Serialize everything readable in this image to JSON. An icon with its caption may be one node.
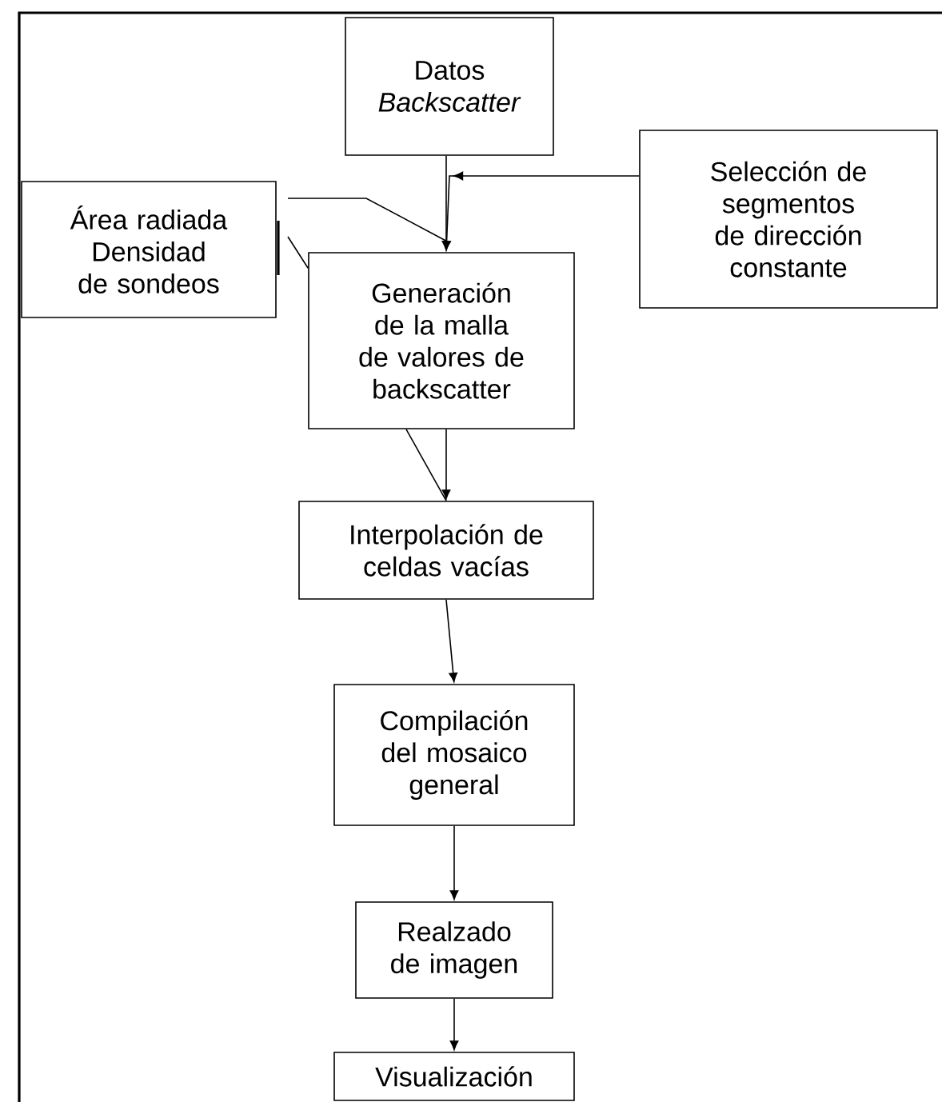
{
  "diagram": {
    "nodes": [
      {
        "text": [
          "Datos *Backscatter*"
        ]
      },
      {
        "text": [
          "Selección de segmentos de dirección constante"
        ]
      },
      {
        "text": [
          "Área radiada Densidad de sondeos"
        ]
      },
      {
        "text": [
          "Generación de la malla de valores de backscatter"
        ]
      },
      {
        "text": [
          "Interpolación de celdas vacías"
        ]
      },
      {
        "text": [
          "Compilación del mosaico general"
        ]
      },
      {
        "text": [
          "Realzado de imagen"
        ]
      },
      {
        "text": [
          "Visualización"
        ]
      }
    ],
    "edges": [
      {
        "from": 0,
        "to": 3,
        "arrow": "to"
      },
      {
        "from": 1,
        "to": 3,
        "arrow": "to"
      },
      {
        "from": 2,
        "to": 3,
        "arrow": "none"
      },
      {
        "from": 2,
        "to": 3,
        "arrow": "none"
      },
      {
        "from": 3,
        "to": 4,
        "arrow": "to"
      },
      {
        "from": 3,
        "to": 4,
        "arrow": "none"
      },
      {
        "from": 4,
        "to": 5,
        "arrow": "to"
      },
      {
        "from": 5,
        "to": 6,
        "arrow": "to"
      },
      {
        "from": 6,
        "to": 7,
        "arrow": "to"
      }
    ]
  }
}
